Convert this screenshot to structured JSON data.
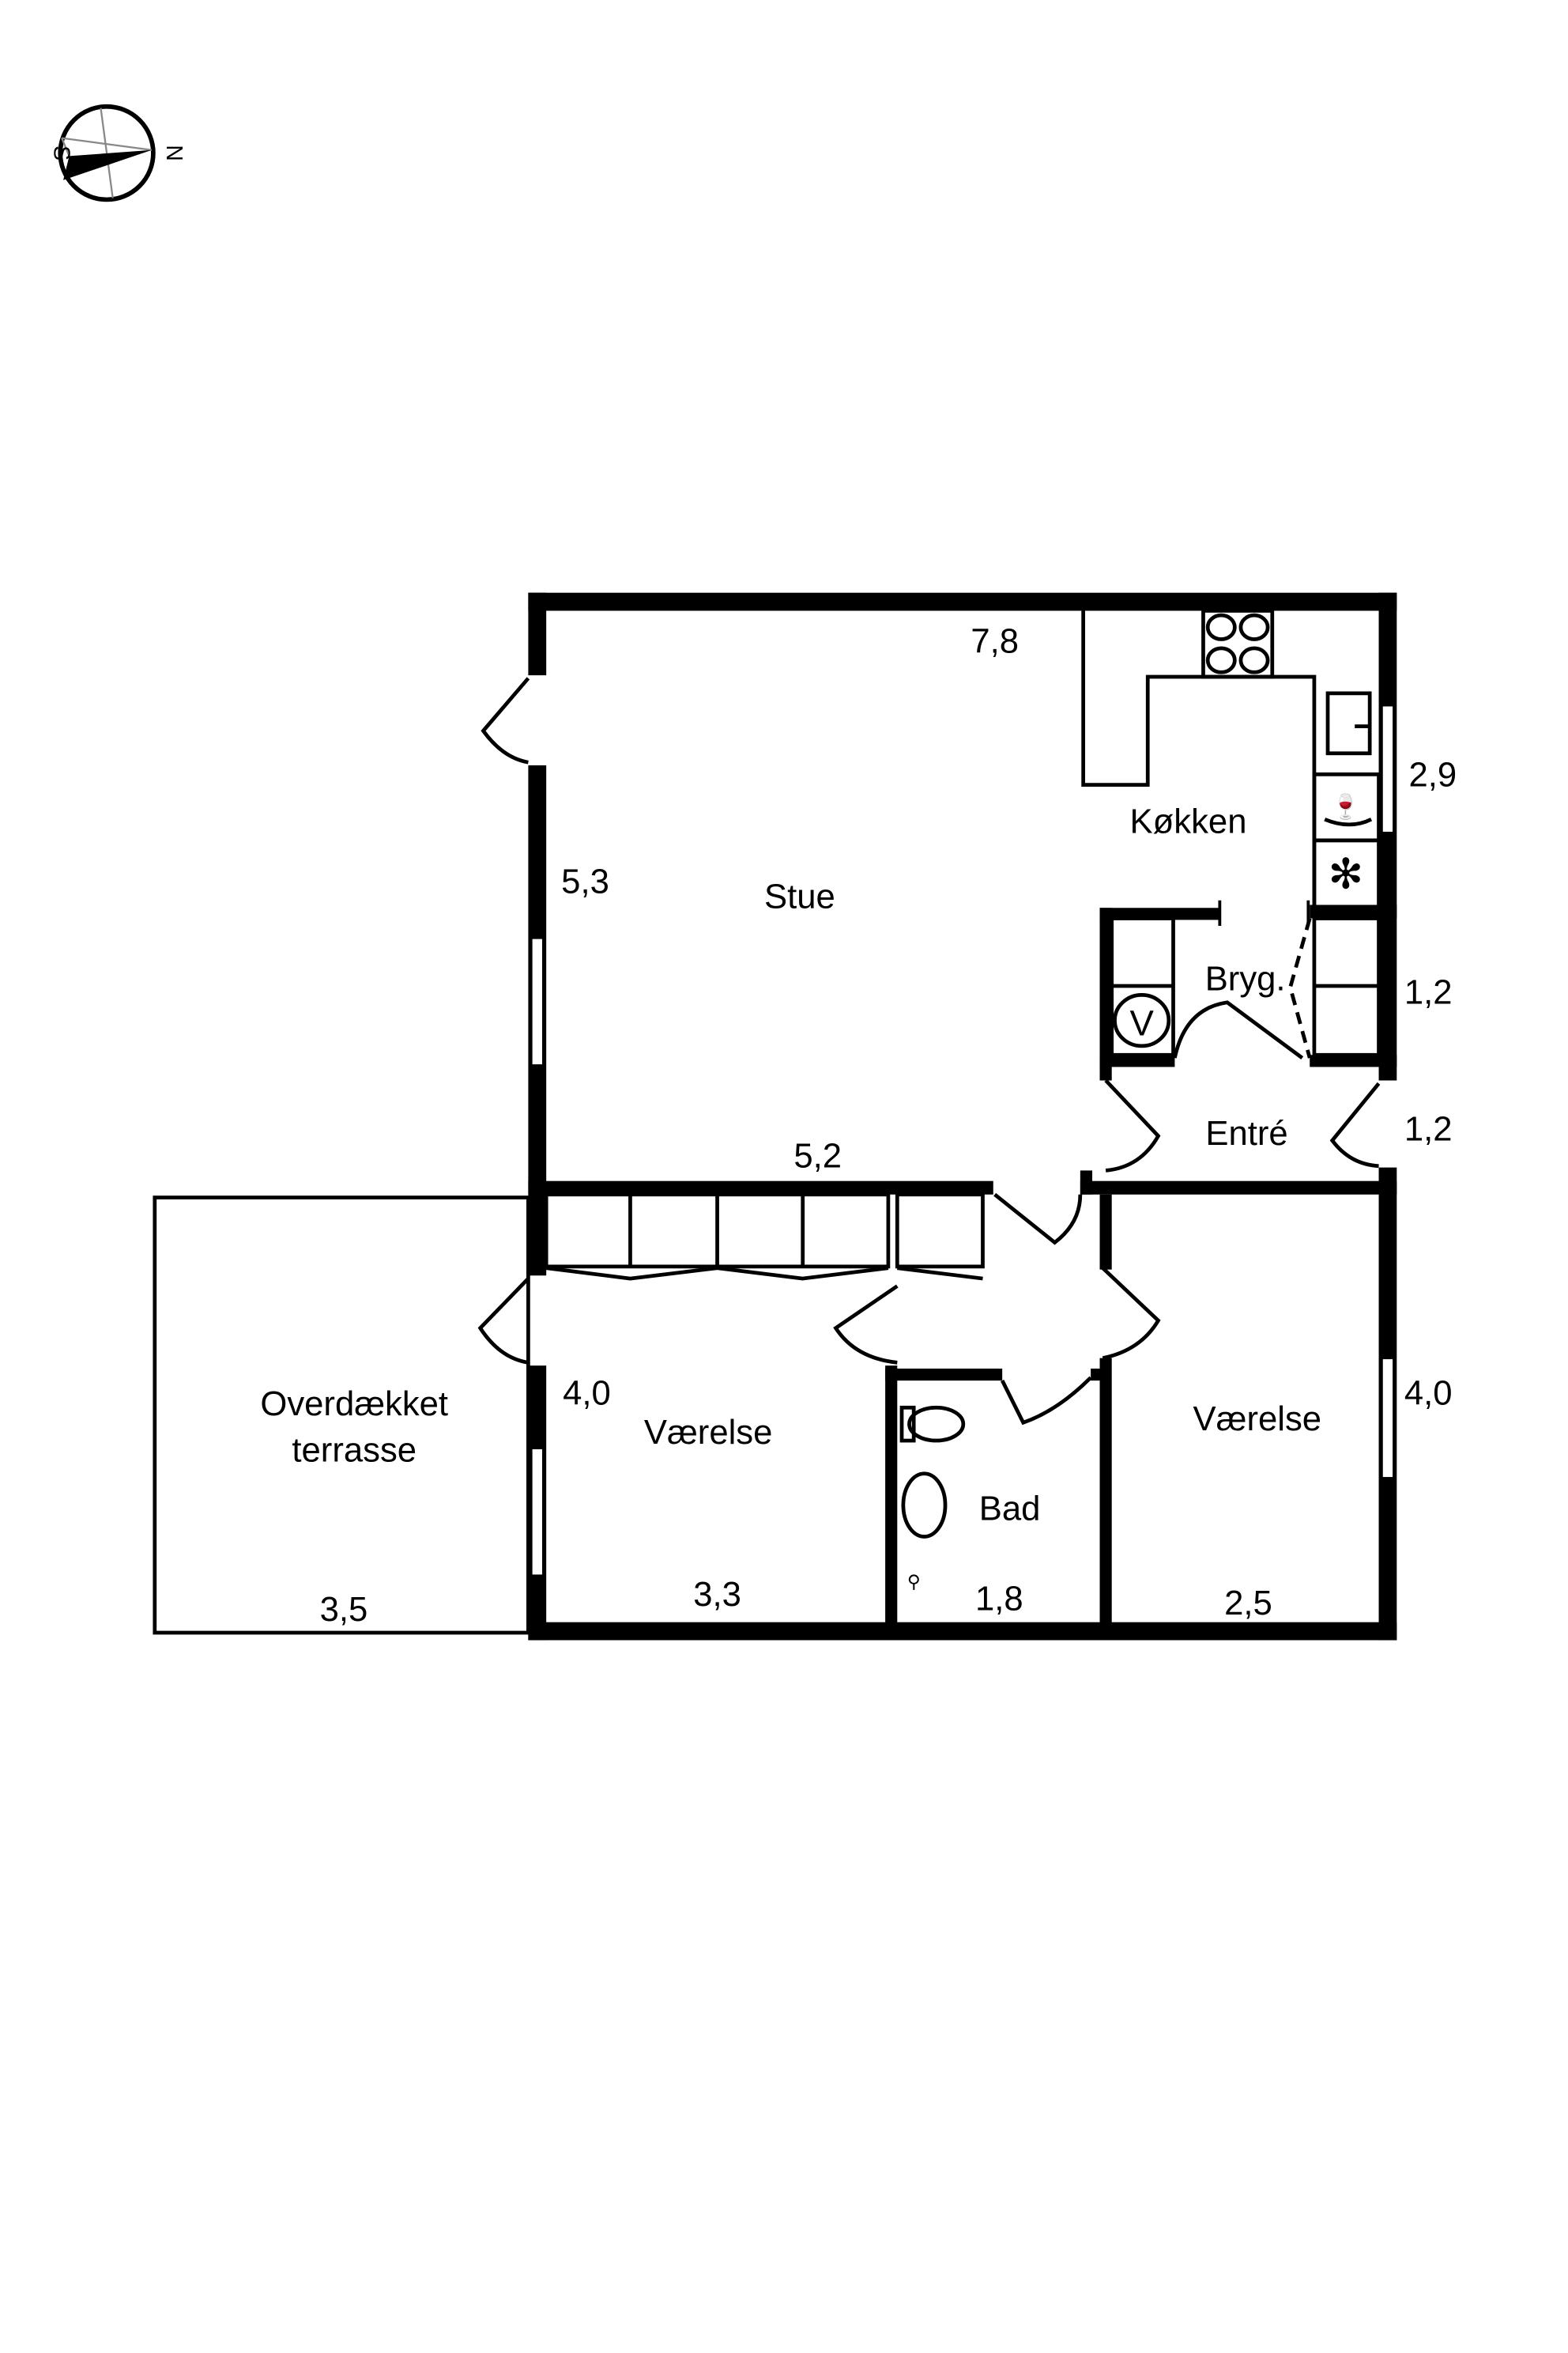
{
  "compass": {
    "south": "S",
    "north": "N"
  },
  "rooms": {
    "stue": "Stue",
    "kokken": "Køkken",
    "bryg": "Bryg.",
    "entre": "Entré",
    "vaerelse_left": "Værelse",
    "vaerelse_right": "Værelse",
    "bad": "Bad",
    "terrasse_line1": "Overdækket",
    "terrasse_line2": "terrasse"
  },
  "dimensions": {
    "stue_top": "7,8",
    "stue_left": "5,3",
    "stue_bottom": "5,2",
    "kitchen_right": "2,9",
    "bryg_right": "1,2",
    "entre_right": "1,2",
    "vaerelse_left_side": "4,0",
    "vaerelse_left_bottom": "3,3",
    "bad_bottom": "1,8",
    "vaerelse_right_side": "4,0",
    "vaerelse_right_bottom": "2,5",
    "terrasse_bottom": "3,5"
  },
  "appliances": {
    "ventilation_symbol": "V"
  }
}
